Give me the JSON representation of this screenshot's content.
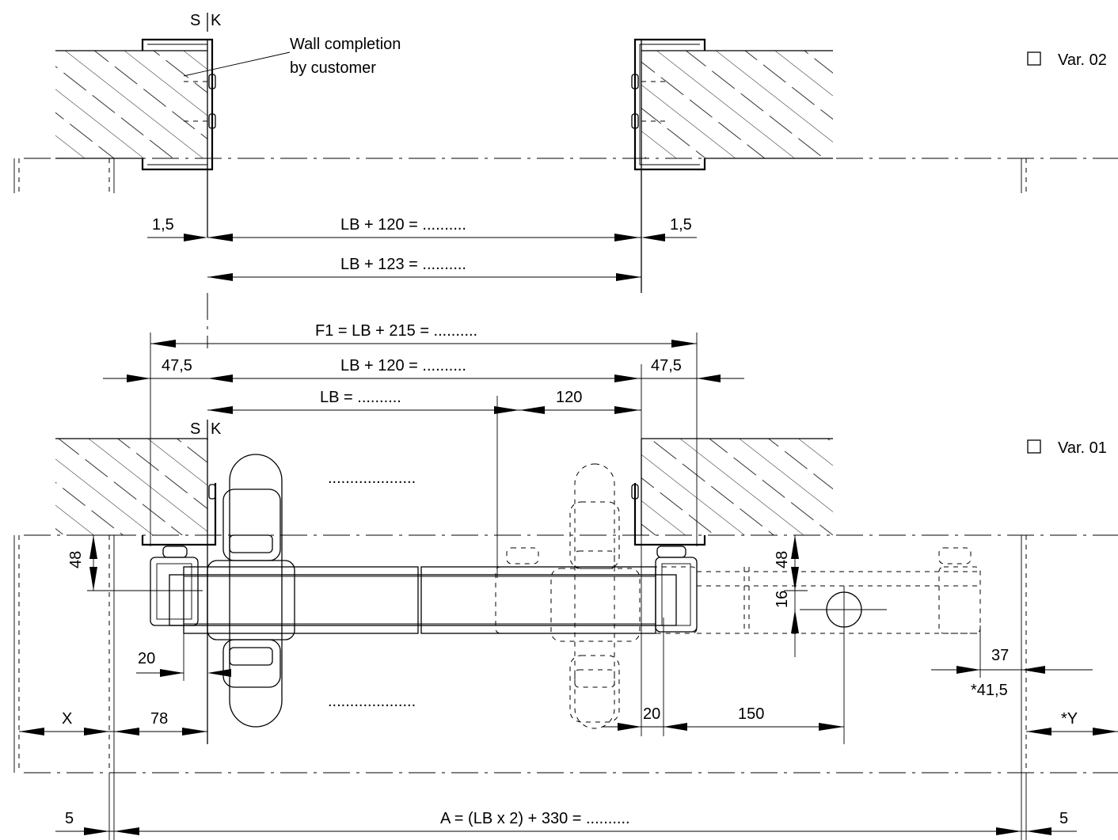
{
  "top_section": {
    "sk_label_s": "S",
    "sk_label_k": "K",
    "wall_note_line1": "Wall completion",
    "wall_note_line2": "by customer",
    "var_label": "Var. 02",
    "dim_left_gap": "1,5",
    "dim_right_gap": "1,5",
    "dim_lb_120": "LB + 120 = ..........",
    "dim_lb_123": "LB + 123 = .........."
  },
  "bottom_section": {
    "dim_f1": "F1 = LB + 215 = ..........",
    "dim_left_offset": "47,5",
    "dim_right_offset": "47,5",
    "dim_lb_120": "LB + 120 = ..........",
    "dim_lb": "LB = ..........",
    "dim_120": "120",
    "sk_label_s": "S",
    "sk_label_k": "K",
    "var_label": "Var. 01",
    "dots_upper": "....................",
    "dots_lower": "....................",
    "dim_48_left": "48",
    "dim_48_right": "48",
    "dim_16": "16",
    "dim_20_left": "20",
    "dim_20_right": "20",
    "dim_150": "150",
    "dim_37": "37",
    "dim_41_5": "*41,5",
    "dim_x": "X",
    "dim_78": "78",
    "dim_y": "*Y",
    "dim_5_left": "5",
    "dim_5_right": "5",
    "dim_a": "A = (LB x 2) + 330 = .........."
  }
}
